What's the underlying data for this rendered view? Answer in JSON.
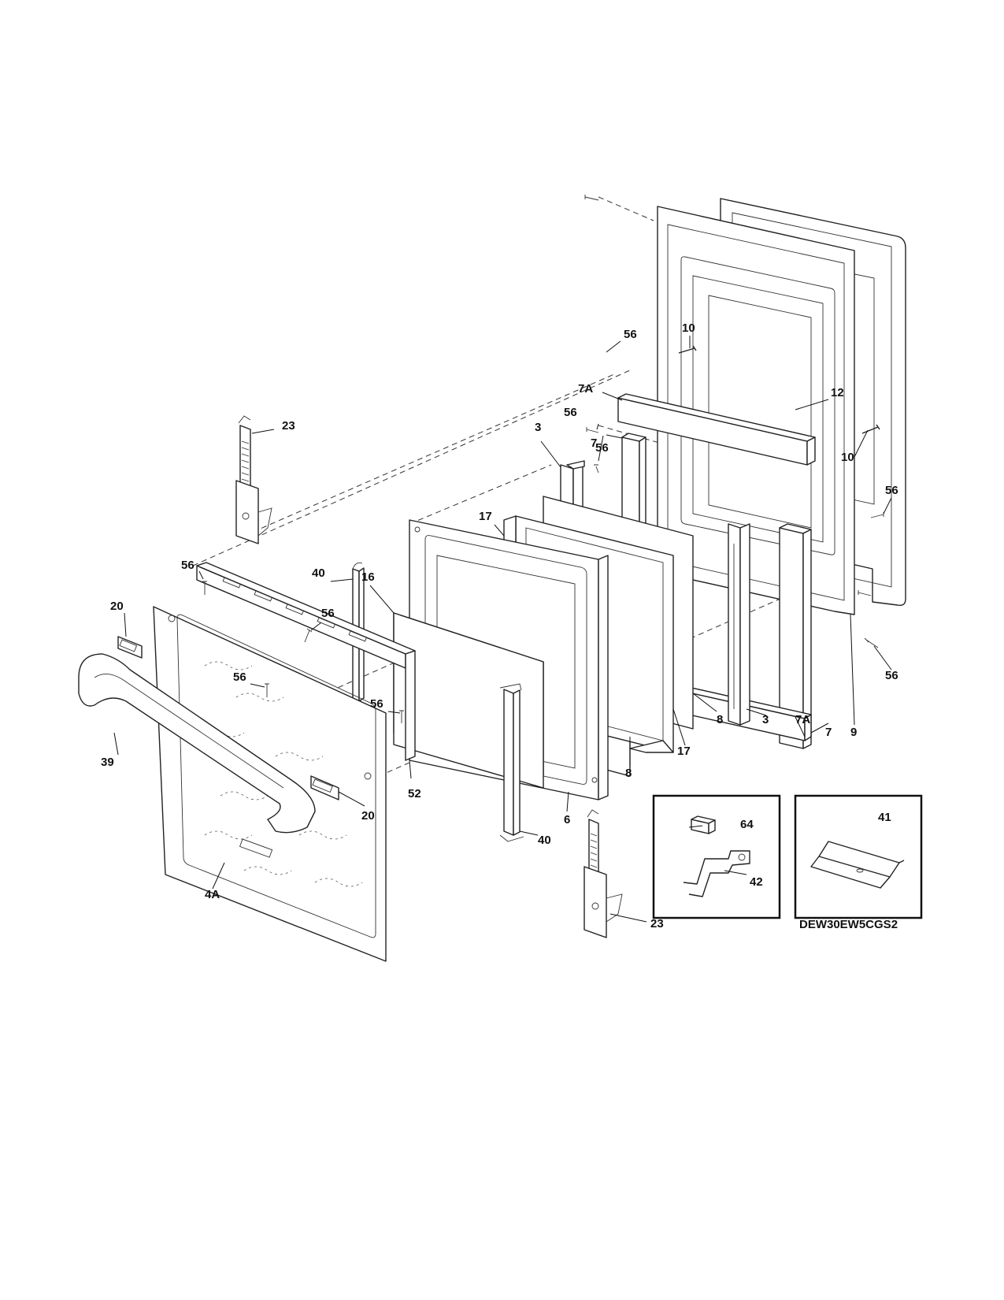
{
  "model_number": "DEW30EW5CGS2",
  "callouts": {
    "c56_top": "56",
    "c10_top": "10",
    "c7A_top": "7A",
    "c12": "12",
    "c56_b": "56",
    "c3_top": "3",
    "c7_top": "7",
    "c56_c": "56",
    "c10_right": "10",
    "c56_right": "56",
    "c17_top": "17",
    "c23_top": "23",
    "c56_left": "56",
    "c40_top": "40",
    "c16": "16",
    "c20_left": "20",
    "c56_d": "56",
    "c56_e": "56",
    "c56_f": "56",
    "c56_right2": "56",
    "c7_right": "7",
    "c9": "9",
    "c8_a": "8",
    "c3_bottom": "3",
    "c7A_bottom": "7A",
    "c17_bottom": "17",
    "c8_b": "8",
    "c39": "39",
    "c52": "52",
    "c20_right": "20",
    "c6": "6",
    "c40_bottom": "40",
    "c64": "64",
    "c41": "41",
    "c42": "42",
    "c4A": "4A",
    "c23_bottom": "23"
  }
}
